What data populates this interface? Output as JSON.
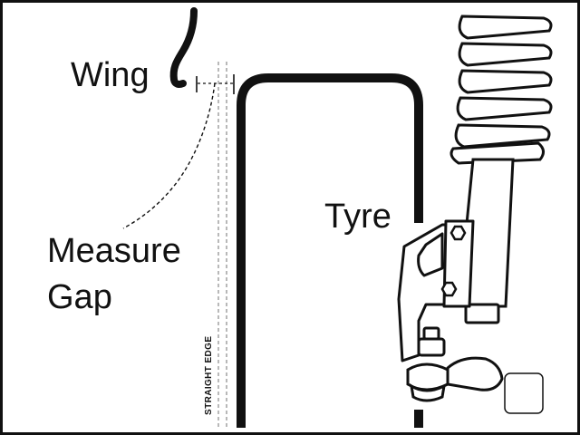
{
  "labels": {
    "wing": "Wing",
    "tyre": "Tyre",
    "measure_line1": "Measure",
    "measure_line2": "Gap",
    "straight_edge": "STRAIGHT EDGE"
  },
  "icons": {
    "panel_outline": "rounded-square-outline"
  },
  "colors": {
    "stroke": "#111111",
    "background": "#ffffff",
    "straight_edge": "#8a8a8a"
  }
}
